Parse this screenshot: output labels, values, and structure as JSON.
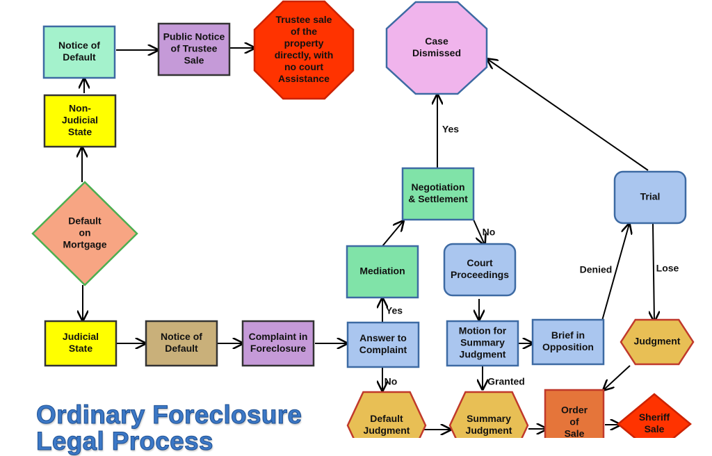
{
  "colors": {
    "green": "#a4f2cc",
    "yellow": "#ffff00",
    "salmon": "#f7a583",
    "tan": "#c9b07a",
    "purple": "#c59ad8",
    "blue": "#aac6ef",
    "red": "#ff3300",
    "pink": "#f0b4ec",
    "seagreen": "#80e3a8",
    "gold": "#e8bf55",
    "orange": "#e5753a",
    "outline_blue": "#3d6aa3",
    "outline_dark": "#333333",
    "title": "#3c78c6"
  },
  "title": {
    "line1": "Ordinary Foreclosure",
    "line2": "Legal Process"
  },
  "nodes": {
    "notice_default_top": {
      "shape": "rect",
      "fill": "green",
      "lines": [
        "Notice of",
        "Default"
      ]
    },
    "public_notice": {
      "shape": "rect",
      "fill": "purple",
      "lines": [
        "Public Notice",
        "of Trustee",
        "Sale"
      ]
    },
    "trustee_sale": {
      "shape": "octagon",
      "fill": "red",
      "lines": [
        "Trustee sale",
        "of the",
        "property",
        "directly, with",
        "no court",
        "Assistance"
      ]
    },
    "non_judicial": {
      "shape": "rect",
      "fill": "yellow",
      "lines": [
        "Non-",
        "Judicial",
        "State"
      ]
    },
    "default_mortgage": {
      "shape": "diamond",
      "fill": "salmon",
      "lines": [
        "Default",
        "on",
        "Mortgage"
      ]
    },
    "judicial_state": {
      "shape": "rect",
      "fill": "yellow",
      "lines": [
        "Judicial",
        "State"
      ]
    },
    "notice_default_bottom": {
      "shape": "rect",
      "fill": "tan",
      "lines": [
        "Notice of",
        "Default"
      ]
    },
    "complaint": {
      "shape": "rect",
      "fill": "purple",
      "lines": [
        "Complaint in",
        "Foreclosure"
      ]
    },
    "answer": {
      "shape": "rect",
      "fill": "blue",
      "lines": [
        "Answer to",
        "Complaint"
      ]
    },
    "mediation": {
      "shape": "rect",
      "fill": "seagreen",
      "lines": [
        "Mediation"
      ]
    },
    "negotiation": {
      "shape": "rect",
      "fill": "seagreen",
      "lines": [
        "Negotiation",
        "& Settlement"
      ]
    },
    "case_dismissed": {
      "shape": "octagon",
      "fill": "pink",
      "lines": [
        "Case",
        "Dismissed"
      ]
    },
    "court_proceedings": {
      "shape": "roundrect",
      "fill": "blue",
      "lines": [
        "Court",
        "Proceedings"
      ]
    },
    "motion": {
      "shape": "rect",
      "fill": "blue",
      "lines": [
        "Motion for",
        "Summary",
        "Judgment"
      ]
    },
    "brief": {
      "shape": "rect",
      "fill": "blue",
      "lines": [
        "Brief in",
        "Opposition"
      ]
    },
    "trial": {
      "shape": "roundrect",
      "fill": "blue",
      "lines": [
        "Trial"
      ]
    },
    "judgment": {
      "shape": "hexagon",
      "fill": "gold",
      "lines": [
        "Judgment"
      ]
    },
    "default_judgment": {
      "shape": "hexagon",
      "fill": "gold",
      "lines": [
        "Default",
        "Judgment"
      ]
    },
    "summary_judgment": {
      "shape": "hexagon",
      "fill": "gold",
      "lines": [
        "Summary",
        "Judgment"
      ]
    },
    "order_of_sale": {
      "shape": "rect",
      "fill": "orange",
      "lines": [
        "Order",
        "of",
        "Sale"
      ]
    },
    "sheriff_sale": {
      "shape": "diamond",
      "fill": "red",
      "lines": [
        "Sheriff",
        "Sale"
      ]
    }
  },
  "edges": [
    {
      "from": "default_mortgage",
      "to": "non_judicial"
    },
    {
      "from": "non_judicial",
      "to": "notice_default_top"
    },
    {
      "from": "notice_default_top",
      "to": "public_notice"
    },
    {
      "from": "public_notice",
      "to": "trustee_sale"
    },
    {
      "from": "default_mortgage",
      "to": "judicial_state"
    },
    {
      "from": "judicial_state",
      "to": "notice_default_bottom"
    },
    {
      "from": "notice_default_bottom",
      "to": "complaint"
    },
    {
      "from": "complaint",
      "to": "answer"
    },
    {
      "from": "answer",
      "to": "mediation",
      "label": "Yes"
    },
    {
      "from": "answer",
      "to": "default_judgment",
      "label": "No"
    },
    {
      "from": "mediation",
      "to": "negotiation"
    },
    {
      "from": "negotiation",
      "to": "case_dismissed",
      "label": "Yes"
    },
    {
      "from": "negotiation",
      "to": "court_proceedings",
      "label": "No"
    },
    {
      "from": "court_proceedings",
      "to": "motion"
    },
    {
      "from": "motion",
      "to": "brief"
    },
    {
      "from": "motion",
      "to": "summary_judgment",
      "label": "Granted"
    },
    {
      "from": "brief",
      "to": "trial",
      "label": "Denied"
    },
    {
      "from": "trial",
      "to": "case_dismissed"
    },
    {
      "from": "trial",
      "to": "judgment",
      "label": "Lose"
    },
    {
      "from": "judgment",
      "to": "order_of_sale"
    },
    {
      "from": "default_judgment",
      "to": "summary_judgment"
    },
    {
      "from": "summary_judgment",
      "to": "order_of_sale"
    },
    {
      "from": "order_of_sale",
      "to": "sheriff_sale"
    }
  ]
}
